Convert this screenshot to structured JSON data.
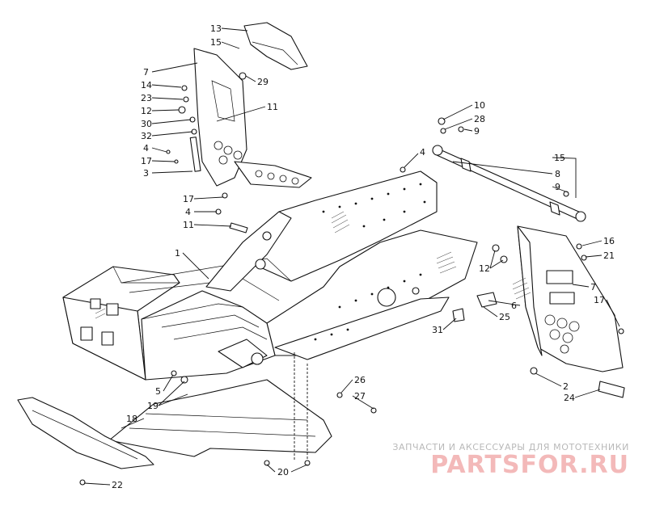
{
  "labels": [
    {
      "id": "13",
      "text": "13"
    },
    {
      "id": "15a",
      "text": "15"
    },
    {
      "id": "7a",
      "text": "7"
    },
    {
      "id": "14",
      "text": "14"
    },
    {
      "id": "23",
      "text": "23"
    },
    {
      "id": "12a",
      "text": "12"
    },
    {
      "id": "30",
      "text": "30"
    },
    {
      "id": "32",
      "text": "32"
    },
    {
      "id": "4a",
      "text": "4"
    },
    {
      "id": "17a",
      "text": "17"
    },
    {
      "id": "3",
      "text": "3"
    },
    {
      "id": "29",
      "text": "29"
    },
    {
      "id": "11a",
      "text": "11"
    },
    {
      "id": "17b",
      "text": "17"
    },
    {
      "id": "4b",
      "text": "4"
    },
    {
      "id": "11b",
      "text": "11"
    },
    {
      "id": "1",
      "text": "1"
    },
    {
      "id": "4c",
      "text": "4"
    },
    {
      "id": "10",
      "text": "10"
    },
    {
      "id": "28",
      "text": "28"
    },
    {
      "id": "9a",
      "text": "9"
    },
    {
      "id": "15b",
      "text": "15"
    },
    {
      "id": "8",
      "text": "8"
    },
    {
      "id": "9b",
      "text": "9"
    },
    {
      "id": "16",
      "text": "16"
    },
    {
      "id": "21",
      "text": "21"
    },
    {
      "id": "12b",
      "text": "12"
    },
    {
      "id": "7b",
      "text": "7"
    },
    {
      "id": "6",
      "text": "6"
    },
    {
      "id": "17c",
      "text": "17"
    },
    {
      "id": "25",
      "text": "25"
    },
    {
      "id": "31",
      "text": "31"
    },
    {
      "id": "5",
      "text": "5"
    },
    {
      "id": "19",
      "text": "19"
    },
    {
      "id": "18",
      "text": "18"
    },
    {
      "id": "26",
      "text": "26"
    },
    {
      "id": "27",
      "text": "27"
    },
    {
      "id": "2",
      "text": "2"
    },
    {
      "id": "24",
      "text": "24"
    },
    {
      "id": "20",
      "text": "20"
    },
    {
      "id": "22",
      "text": "22"
    }
  ],
  "watermark": {
    "tagline": "ЗАПЧАСТИ И АКСЕССУАРЫ ДЛЯ МОТОТЕХНИКИ",
    "logo": "PARTSFOR.RU"
  },
  "colors": {
    "line": "#111111",
    "watermark_tagline": "#b9b9b9",
    "watermark_logo": "#f3b9b9"
  }
}
